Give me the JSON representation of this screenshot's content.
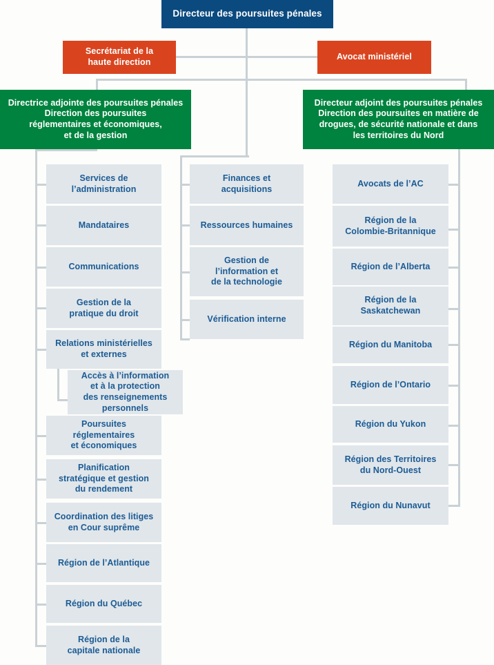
{
  "chart_data": {
    "type": "diagram",
    "title": "Organigramme du Service des poursuites pénales",
    "orientation": "top-down"
  },
  "root": {
    "label": "Directeur des poursuites pénales",
    "color": "#0b4a7f"
  },
  "staff": [
    {
      "label": "Secrétariat de la\nhaute direction",
      "color": "#d9441f"
    },
    {
      "label": "Avocat ministériel",
      "color": "#d9441f"
    }
  ],
  "directorates": [
    {
      "label": "Directrice adjointe des poursuites pénales\nDirection des poursuites\nréglementaires et économiques,\net de la gestion",
      "color": "#00833e"
    },
    {
      "label": "Directeur adjoint des poursuites pénales\nDirection des poursuites en matière de\ndrogues, de sécurité nationale et dans\nles territoires du Nord",
      "color": "#00833e"
    }
  ],
  "left_column": [
    {
      "label": "Services de\nl’administration"
    },
    {
      "label": "Mandataires"
    },
    {
      "label": "Communications"
    },
    {
      "label": "Gestion de la\npratique du droit"
    },
    {
      "label": "Relations ministérielles\net externes"
    },
    {
      "label": "Accès à l’information\net à la protection\ndes renseignements\npersonnels",
      "indented": true
    },
    {
      "label": "Poursuites\nréglementaires\net économiques"
    },
    {
      "label": "Planification\nstratégique et gestion\ndu rendement"
    },
    {
      "label": "Coordination des litiges\nen Cour suprême"
    },
    {
      "label": "Région de l’Atlantique"
    },
    {
      "label": "Région du Québec"
    },
    {
      "label": "Région de la\ncapitale nationale"
    }
  ],
  "middle_column": [
    {
      "label": "Finances et\nacquisitions"
    },
    {
      "label": "Ressources humaines"
    },
    {
      "label": "Gestion de\nl’information et\nde la technologie"
    },
    {
      "label": "Vérification interne"
    }
  ],
  "right_column": [
    {
      "label": "Avocats de l’AC"
    },
    {
      "label": "Région de la\nColombie-Britannique"
    },
    {
      "label": "Région de l’Alberta"
    },
    {
      "label": "Région de la\nSaskatchewan"
    },
    {
      "label": "Région du Manitoba"
    },
    {
      "label": "Région de l’Ontario"
    },
    {
      "label": "Région du Yukon"
    },
    {
      "label": "Région des Territoires\ndu Nord-Ouest"
    },
    {
      "label": "Région du Nunavut"
    }
  ],
  "colors": {
    "unit_bg": "#e0e6ea",
    "unit_text": "#1c5b94",
    "connector": "#c9d1d5",
    "page_bg": "#fdfdfb"
  }
}
